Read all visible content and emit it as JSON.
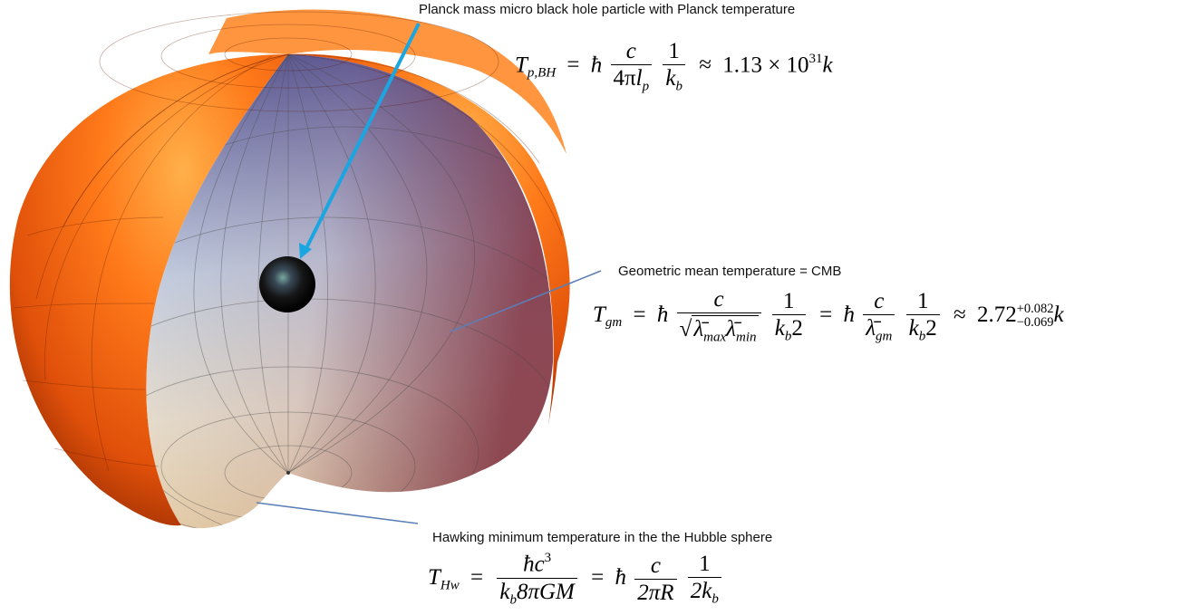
{
  "labels": {
    "planck_caption": "Planck mass micro black hole particle with Planck temperature",
    "cmb_caption": "Geometric mean  temperature = CMB",
    "hawking_caption": "Hawking minimum temperature in the  the Hubble sphere"
  },
  "formulas": {
    "planck": {
      "lhs_symbol": "T",
      "lhs_sub": "p,BH",
      "hbar": "ħ",
      "num1": "c",
      "den1_coef": "4π",
      "den1_var": "l",
      "den1_sub": "p",
      "num2": "1",
      "den2_var": "k",
      "den2_sub": "b",
      "approx": "≈",
      "value": "1.13 × 10",
      "exponent": "31",
      "unit": "k"
    },
    "cmb": {
      "lhs_symbol": "T",
      "lhs_sub": "gm",
      "hbar": "ħ",
      "num1": "c",
      "sqrt_a": "λ̄",
      "sqrt_a_sub": "max",
      "sqrt_b": "λ̄",
      "sqrt_b_sub": "min",
      "num2": "1",
      "den2_var": "k",
      "den2_sub": "b",
      "den2_tail": "2",
      "hbar2": "ħ",
      "num3": "c",
      "den3": "λ̄",
      "den3_sub": "gm",
      "num4": "1",
      "den4_var": "k",
      "den4_sub": "b",
      "den4_tail": "2",
      "approx": "≈",
      "value": "2.72",
      "upper": "+0.082",
      "lower": "−0.069",
      "unit": "k"
    },
    "hawking": {
      "lhs_symbol": "T",
      "lhs_sub": "Hw",
      "num1": "ħc",
      "num1_exp": "3",
      "den1_var": "k",
      "den1_sub": "b",
      "den1_tail": "8πGM",
      "hbar": "ħ",
      "num2": "c",
      "den2": "2πR",
      "num3": "1",
      "den3_coef": "2k",
      "den3_sub": "b"
    }
  },
  "colors": {
    "shell_light": "#ff7a1a",
    "shell_dark": "#9a2a00",
    "interior_top": "#5d5c9b",
    "interior_mid": "#d6dfea",
    "interior_bottom": "#f3dfb6",
    "interior_right": "#7c2d3e",
    "arrow_blue": "#1aa6e0",
    "pointer_line": "#5b7fb8",
    "particle": "#1a1a1a"
  }
}
